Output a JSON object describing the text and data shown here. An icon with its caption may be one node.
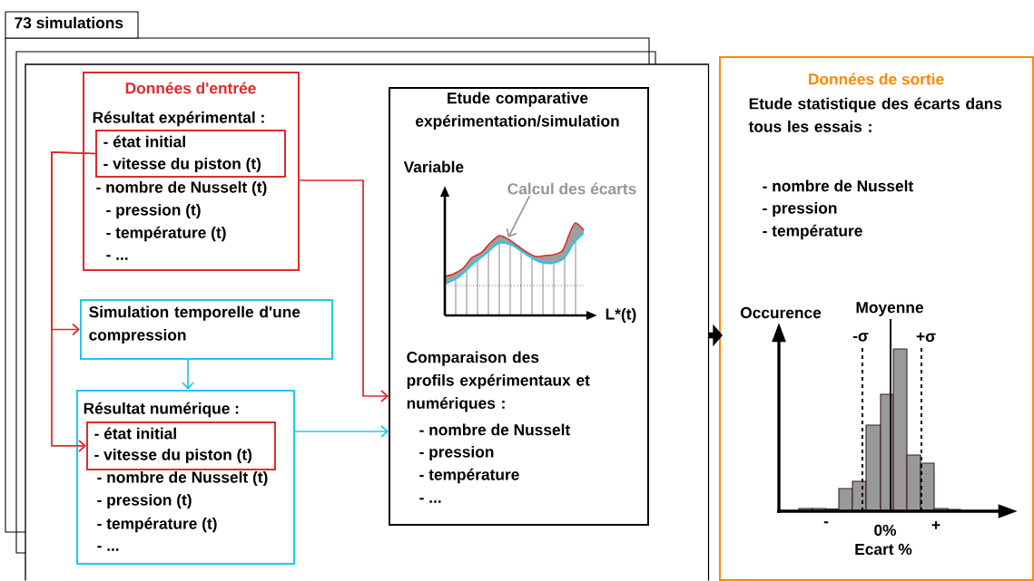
{
  "diagram": {
    "nodes": [
      {
        "text": [],
        "shape": "box"
      },
      {
        "text": [
          "Données d'entrée",
          "Résultat expérimental :",
          "- nombre de Nusselt (t)",
          "- pression (t)",
          "- température (t)",
          "- ..."
        ],
        "in": 0
      },
      {
        "text": [
          "- état initial",
          "- vitesse du piston (t)"
        ],
        "in": 1
      },
      {
        "text": [
          "Simulation temporelle d'une compression"
        ],
        "in": 0
      },
      {
        "text": [
          "Résultat numérique :",
          "- nombre de Nusselt (t)",
          "- pression (t)",
          "- température (t)",
          "- ..."
        ],
        "in": 0
      },
      {
        "text": [
          "- état initial",
          "- vitesse du piston (t)"
        ],
        "in": 4
      },
      {
        "text": [
          "Etude comparative expérimentation/simulation",
          "Comparaison des profils expérimentaux et numériques :",
          "- nombre de Nusselt",
          "- pression",
          "- température",
          "- ..."
        ],
        "in": 0
      },
      {
        "text": [
          "Calcul des écarts"
        ],
        "in": 6
      },
      {
        "text": [
          "Données de sortie",
          "Etude statistique des écarts dans tous les essais :",
          "- nombre de Nusselt",
          "- pression",
          "- température"
        ]
      }
    ],
    "edges": [
      {
        "from": 2,
        "to": 3,
        "arrow": "to",
        "color": "#e02a2a"
      },
      {
        "from": 2,
        "to": 5,
        "arrow": "to",
        "color": "#e02a2a"
      },
      {
        "from": 1,
        "to": 6,
        "arrow": "to",
        "color": "#e02a2a"
      },
      {
        "from": 3,
        "to": 4,
        "arrow": "to",
        "color": "#22c7ef"
      },
      {
        "from": 4,
        "to": 6,
        "arrow": "to",
        "color": "#22c7ef"
      },
      {
        "from": 0,
        "to": 8,
        "arrow": "to",
        "style": "thick",
        "color": "#000000"
      },
      {
        "from": 7,
        "to": null,
        "arrow": "to",
        "color": "#999999"
      }
    ],
    "labels": [
      "73 simulations",
      "Variable",
      "L*(t)",
      "Occurence",
      "Moyenne",
      "-σ",
      "+σ",
      "-",
      "0%",
      "+",
      "Ecart %"
    ]
  }
}
